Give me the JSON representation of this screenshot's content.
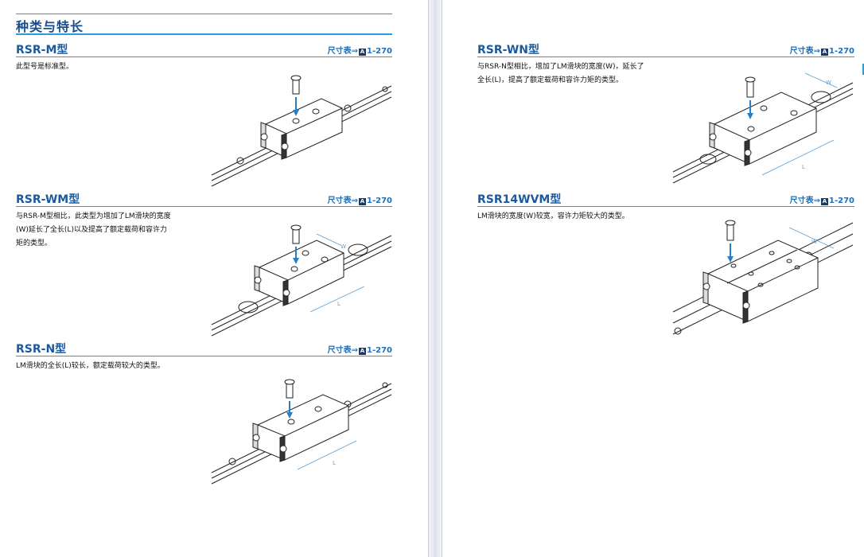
{
  "main_title": "种类与特长",
  "ref_prefix": "尺寸表⇒",
  "ref_icon": "A",
  "ref_page": "1-270",
  "sections": [
    {
      "title": "RSR-M型",
      "desc": [
        "此型号是标准型。"
      ]
    },
    {
      "title": "RSR-WM型",
      "desc": [
        "与RSR-M型相比，此类型为增加了LM滑块的宽度",
        "(W)延长了全长(L)以及提高了额定载荷和容许力",
        "矩的类型。"
      ]
    },
    {
      "title": "RSR-N型",
      "desc": [
        "LM滑块的全长(L)较长，额定载荷较大的类型。"
      ]
    },
    {
      "title": "RSR-WN型",
      "desc": [
        "与RSR-N型相比，增加了LM滑块的宽度(W)，延长了",
        "全长(L)，提高了额定载荷和容许力矩的类型。"
      ]
    },
    {
      "title": "RSR14WVM型",
      "desc": [
        "LM滑块的宽度(W)较宽，容许力矩较大的类型。"
      ]
    }
  ],
  "dim_labels": {
    "width": "W",
    "length": "L"
  },
  "colors": {
    "heading": "#1a5a9f",
    "rule": "#2a9bd6",
    "arrow": "#2a7fc4"
  }
}
